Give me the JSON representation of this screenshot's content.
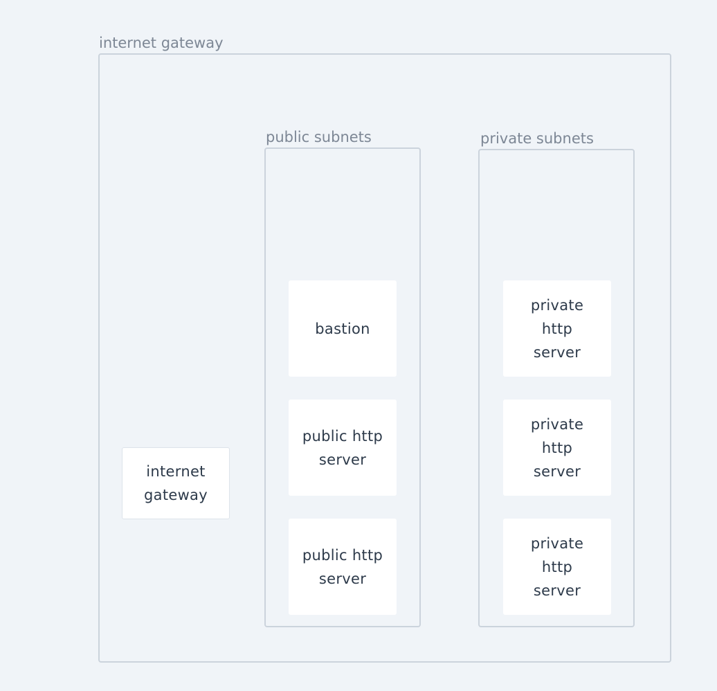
{
  "groups": {
    "outer": {
      "label": "internet gateway"
    },
    "public": {
      "label": "public subnets"
    },
    "private": {
      "label": "private subnets"
    }
  },
  "nodes": {
    "internet_gateway": "internet gateway",
    "bastion": "bastion",
    "public_http_1": "public http server",
    "public_http_2": "public http server",
    "private_http_1": "private http server",
    "private_http_2": "private http server",
    "private_http_3": "private http server"
  },
  "colors": {
    "background": "#f0f4f8",
    "border": "#cbd3dc",
    "label": "#7d8795",
    "node_fill": "#ffffff",
    "node_text": "#2d3a4a"
  }
}
